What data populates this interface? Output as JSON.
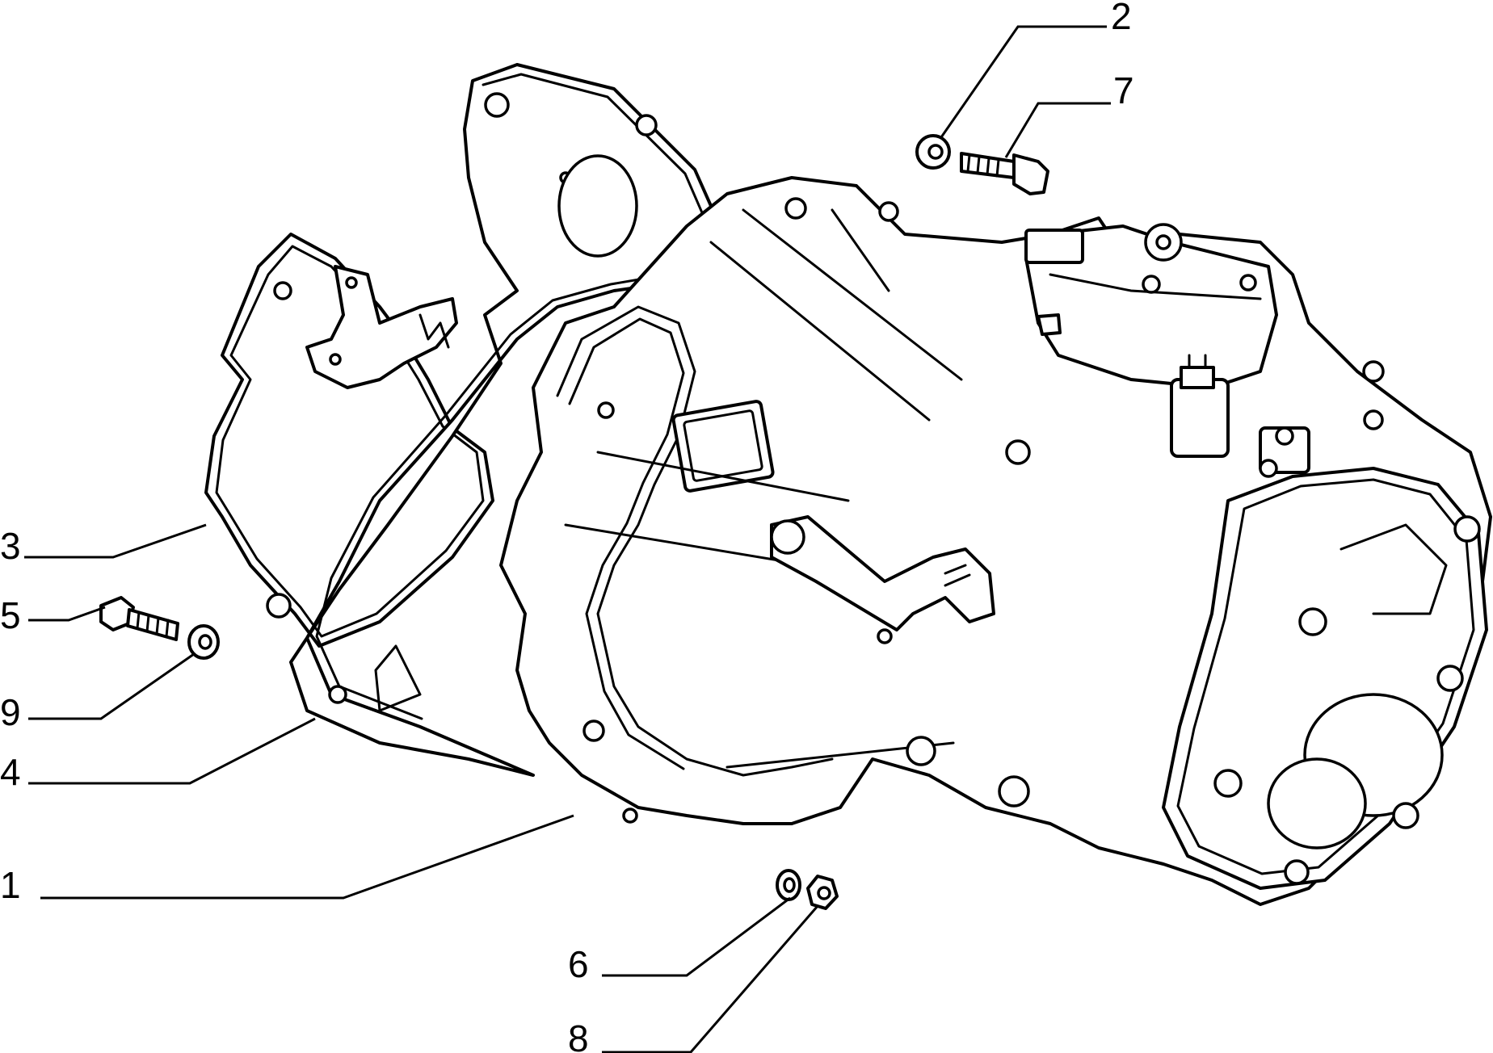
{
  "diagram": {
    "callouts": [
      {
        "id": "1",
        "label": "1"
      },
      {
        "id": "2",
        "label": "2"
      },
      {
        "id": "3",
        "label": "3"
      },
      {
        "id": "4",
        "label": "4"
      },
      {
        "id": "5",
        "label": "5"
      },
      {
        "id": "6",
        "label": "6"
      },
      {
        "id": "7",
        "label": "7"
      },
      {
        "id": "8",
        "label": "8"
      },
      {
        "id": "9",
        "label": "9"
      }
    ],
    "colors": {
      "line": "#000000",
      "background": "#ffffff"
    }
  }
}
